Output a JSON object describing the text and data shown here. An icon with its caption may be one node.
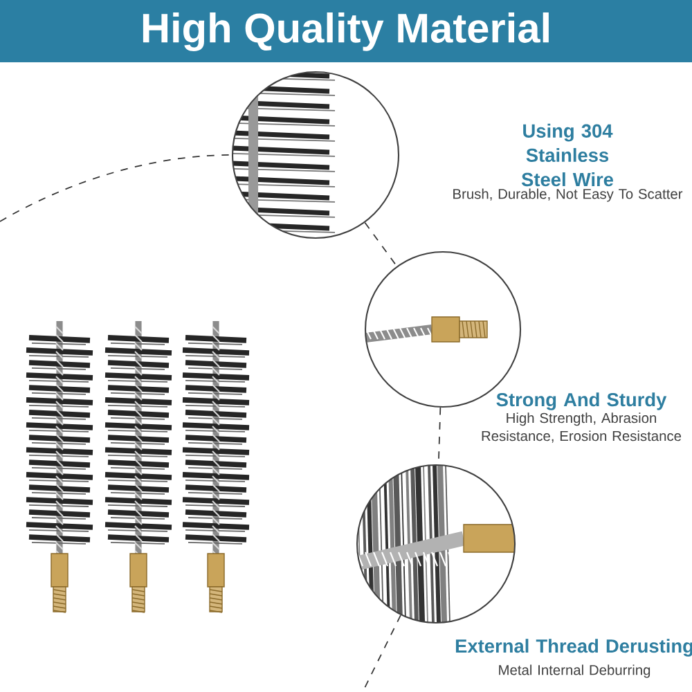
{
  "diagram": {
    "title": "High Quality Material",
    "nodes": [
      {
        "text": [],
        "shape": "picture",
        "beside": [
          "Using 304 Stainless Steel Wire",
          "Brush, Durable, Not Easy To Scatter"
        ]
      },
      {
        "text": [],
        "shape": "picture",
        "beside": [
          "Strong And Sturdy",
          "High Strength, Abrasion Resistance, Erosion Resistance"
        ]
      },
      {
        "text": [],
        "shape": "picture",
        "beside": [
          "External Thread Derusting",
          "Metal Internal Deburring"
        ]
      }
    ],
    "edges": [
      {
        "from": null,
        "to": 0,
        "arrow": "none",
        "style": "dashed"
      },
      {
        "from": 0,
        "to": 1,
        "arrow": "none",
        "style": "dashed"
      },
      {
        "from": 1,
        "to": 2,
        "arrow": "none",
        "style": "dashed"
      },
      {
        "from": 2,
        "to": null,
        "arrow": "none",
        "style": "dashed"
      }
    ]
  }
}
